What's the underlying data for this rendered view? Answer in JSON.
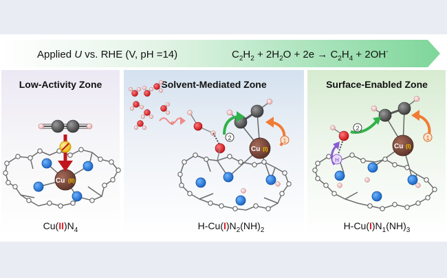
{
  "arrow_bar": {
    "applied_prefix": "Applied ",
    "applied_var": "U",
    "applied_suffix": " vs. RHE (V, pH =14)",
    "reaction": {
      "c2h2_a": "C",
      "c2h2_s1": "2",
      "c2h2_b": "H",
      "c2h2_s2": "2",
      "plus1": " + 2H",
      "h2o_s": "2",
      "water": "O + 2e → ",
      "c2h4_a": "C",
      "c2h4_s1": "2",
      "c2h4_b": "H",
      "c2h4_s2": "4",
      "plus2": " + 2OH",
      "oh_sup": "-"
    }
  },
  "zones": [
    {
      "title": "Low-Activity Zone",
      "label_pre": "Cu(",
      "label_ox": "II",
      "label_post": ")N",
      "label_sub1": "4"
    },
    {
      "title": "Solvent-Mediated Zone",
      "label_pre": "H-Cu(",
      "label_ox": "I",
      "label_post": ")N",
      "label_sub1": "2",
      "label_mid": "(NH)",
      "label_sub2": "2"
    },
    {
      "title": "Surface-Enabled Zone",
      "label_pre": "H-Cu(",
      "label_ox": "I",
      "label_post": ")N",
      "label_sub1": "1",
      "label_mid": "(NH)",
      "label_sub2": "3"
    }
  ],
  "atoms": {
    "cu_text": "Cu",
    "cu_ox_low": "II",
    "cu_ox": "I",
    "step1": "1",
    "step2": "2",
    "proton": "H",
    "electron": "e"
  },
  "colors": {
    "arrow_green": "#6fcf8e",
    "nitrogen": "#1e78d6",
    "copper": "#7b4a3d",
    "oxygen": "#e8141a",
    "carbon": "#4b4b4b",
    "hydrogen": "#f4c6c6",
    "oxidation_red": "#d61f26",
    "step_green": "#2fb24a",
    "step_orange": "#f07c35",
    "proton_purple": "#8a5bd6"
  }
}
